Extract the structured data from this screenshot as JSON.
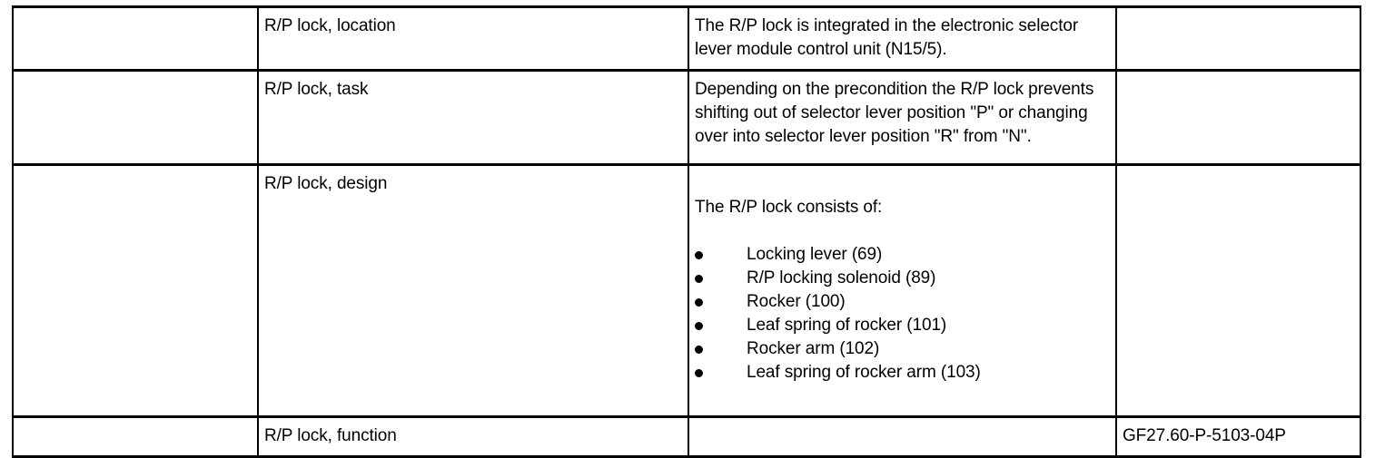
{
  "document": {
    "type": "technical-specification-table",
    "background_color": "#ffffff",
    "text_color": "#000000",
    "border_color": "#000000"
  },
  "table": {
    "columns": [
      {
        "key": "tag",
        "header": ""
      },
      {
        "key": "name",
        "header": ""
      },
      {
        "key": "description",
        "header": ""
      },
      {
        "key": "reference",
        "header": ""
      }
    ],
    "rows": [
      {
        "tag": "",
        "name": "R/P lock, location",
        "description": "The R/P lock is integrated in the electronic selector lever module control unit (N15/5).",
        "description_lines": [
          "The R/P lock is integrated in the electronic",
          "selector lever module control unit (N15/5)."
        ],
        "bullets": [],
        "reference": ""
      },
      {
        "tag": "",
        "name": "R/P lock, task",
        "description": "Depending on the precondition the R/P lock prevents shifting out of selector lever position \"P\" or changing over into selector lever position \"R\" from \"N\".",
        "description_lines": [
          "Depending on the precondition the R/P lock",
          "prevents shifting out of selector lever position",
          "\"P\" or changing over into selector lever",
          "position \"R\" from \"N\"."
        ],
        "bullets": [],
        "reference": ""
      },
      {
        "tag": "",
        "name": "R/P lock, design",
        "description": "The R/P lock consists of:",
        "description_lines": [
          "The R/P lock consists of:"
        ],
        "bullets": [
          "Locking lever (69)",
          "R/P locking solenoid (89)",
          "Rocker (100)",
          "Leaf spring of rocker (101)",
          "Rocker arm (102)",
          "Leaf spring of rocker arm (103)"
        ],
        "reference": ""
      },
      {
        "tag": "",
        "name": "R/P lock, function",
        "description": "",
        "description_lines": [],
        "bullets": [],
        "reference": "GF27.60-P-5103-04P"
      }
    ]
  }
}
